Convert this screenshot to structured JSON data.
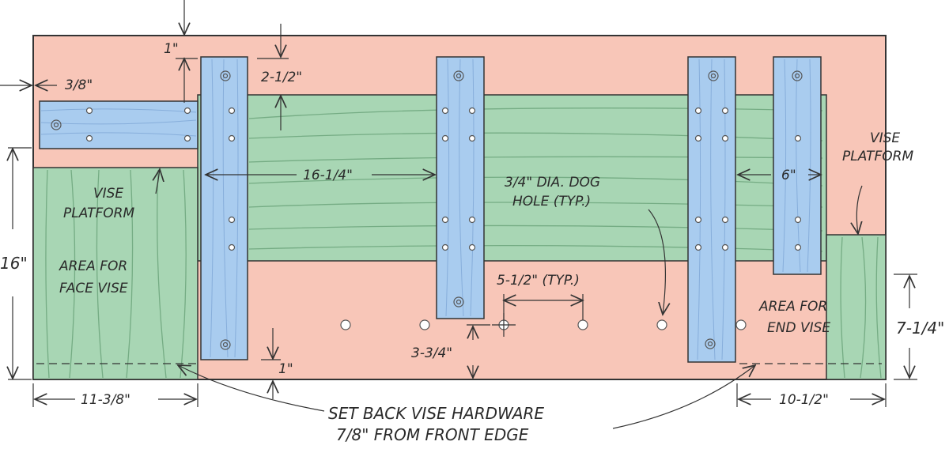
{
  "colors": {
    "benchtop": "#f8c6b8",
    "vise_platform_wood": "#a9ccef",
    "slab_wood": "#a8d6b4",
    "outline": "#333333"
  },
  "labels": {
    "vise_platform_left": [
      "VISE",
      "PLATFORM"
    ],
    "vise_platform_right": [
      "VISE",
      "PLATFORM"
    ],
    "face_vise_area": [
      "AREA FOR",
      "FACE VISE"
    ],
    "end_vise_area": [
      "AREA FOR",
      "END VISE"
    ],
    "dog_hole_note": [
      "3/4\" DIA. DOG",
      "HOLE (TYP.)"
    ],
    "setback_note": [
      "SET BACK VISE HARDWARE",
      "7/8\" FROM FRONT EDGE"
    ]
  },
  "dimensions": {
    "top_margin": "1\"",
    "side_margin": "3/8\"",
    "top_gap": "2-1/2\"",
    "strip_spacing": "16-1/4\"",
    "right_gap": "6\"",
    "depth": "16\"",
    "dog_spacing": "5-1/2\" (TYP.)",
    "dog_offset": "3-3/4\"",
    "bottom_margin": "1\"",
    "face_vise_width": "11-3/8\"",
    "end_vise_width": "10-1/2\"",
    "end_vise_depth": "7-1/4\""
  }
}
